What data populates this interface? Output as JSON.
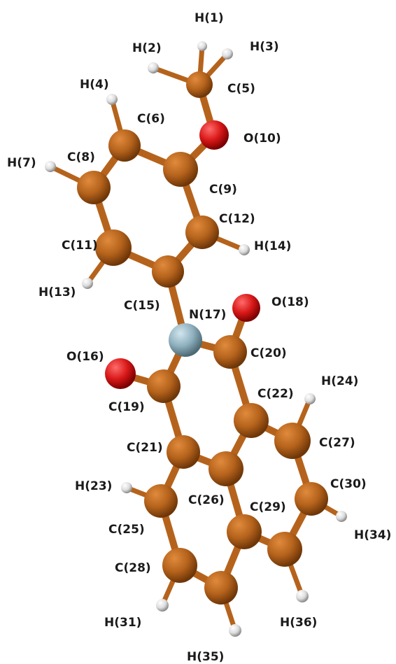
{
  "molecule": {
    "element_colors": {
      "C": "#b5631c",
      "H": "#e0e0e0",
      "O": "#d81818",
      "N": "#8fb0be"
    },
    "bond_color": "#b5631c",
    "atoms": [
      {
        "label": "H(1)",
        "element": "H"
      },
      {
        "label": "H(2)",
        "element": "H"
      },
      {
        "label": "H(3)",
        "element": "H"
      },
      {
        "label": "H(4)",
        "element": "H"
      },
      {
        "label": "C(5)",
        "element": "C"
      },
      {
        "label": "C(6)",
        "element": "C"
      },
      {
        "label": "H(7)",
        "element": "H"
      },
      {
        "label": "C(8)",
        "element": "C"
      },
      {
        "label": "C(9)",
        "element": "C"
      },
      {
        "label": "O(10)",
        "element": "O"
      },
      {
        "label": "C(11)",
        "element": "C"
      },
      {
        "label": "C(12)",
        "element": "C"
      },
      {
        "label": "H(13)",
        "element": "H"
      },
      {
        "label": "H(14)",
        "element": "H"
      },
      {
        "label": "C(15)",
        "element": "C"
      },
      {
        "label": "O(16)",
        "element": "O"
      },
      {
        "label": "N(17)",
        "element": "N"
      },
      {
        "label": "O(18)",
        "element": "O"
      },
      {
        "label": "C(19)",
        "element": "C"
      },
      {
        "label": "C(20)",
        "element": "C"
      },
      {
        "label": "C(21)",
        "element": "C"
      },
      {
        "label": "C(22)",
        "element": "C"
      },
      {
        "label": "H(23)",
        "element": "H"
      },
      {
        "label": "H(24)",
        "element": "H"
      },
      {
        "label": "C(25)",
        "element": "C"
      },
      {
        "label": "C(26)",
        "element": "C"
      },
      {
        "label": "C(27)",
        "element": "C"
      },
      {
        "label": "C(28)",
        "element": "C"
      },
      {
        "label": "C(29)",
        "element": "C"
      },
      {
        "label": "C(30)",
        "element": "C"
      },
      {
        "label": "H(31)",
        "element": "H"
      },
      {
        "label": "H(34)",
        "element": "H"
      },
      {
        "label": "H(35)",
        "element": "H"
      },
      {
        "label": "H(36)",
        "element": "H"
      }
    ],
    "bonds": [
      [
        "C(5)",
        "H(1)"
      ],
      [
        "C(5)",
        "H(2)"
      ],
      [
        "C(5)",
        "H(3)"
      ],
      [
        "C(5)",
        "O(10)"
      ],
      [
        "O(10)",
        "C(9)"
      ],
      [
        "C(9)",
        "C(6)"
      ],
      [
        "C(6)",
        "H(4)"
      ],
      [
        "C(6)",
        "C(8)"
      ],
      [
        "C(8)",
        "H(7)"
      ],
      [
        "C(8)",
        "C(11)"
      ],
      [
        "C(11)",
        "H(13)"
      ],
      [
        "C(11)",
        "C(15)"
      ],
      [
        "C(15)",
        "C(12)"
      ],
      [
        "C(12)",
        "C(9)"
      ],
      [
        "C(12)",
        "H(14)"
      ],
      [
        "C(15)",
        "N(17)"
      ],
      [
        "N(17)",
        "C(19)"
      ],
      [
        "N(17)",
        "C(20)"
      ],
      [
        "C(19)",
        "O(16)"
      ],
      [
        "C(20)",
        "O(18)"
      ],
      [
        "C(19)",
        "C(21)"
      ],
      [
        "C(20)",
        "C(22)"
      ],
      [
        "C(21)",
        "C(26)"
      ],
      [
        "C(22)",
        "C(26)"
      ],
      [
        "C(21)",
        "C(25)"
      ],
      [
        "C(25)",
        "H(23)"
      ],
      [
        "C(25)",
        "C(28)"
      ],
      [
        "C(28)",
        "H(31)"
      ],
      [
        "C(28)",
        "C(35x)"
      ],
      [
        "C(35x)",
        "H(35)"
      ],
      [
        "C(35x)",
        "C(29)"
      ],
      [
        "C(29)",
        "C(26)"
      ],
      [
        "C(29)",
        "C(36x)"
      ],
      [
        "C(36x)",
        "H(36)"
      ],
      [
        "C(36x)",
        "C(30)"
      ],
      [
        "C(30)",
        "H(34)"
      ],
      [
        "C(30)",
        "C(27)"
      ],
      [
        "C(27)",
        "C(22)"
      ],
      [
        "C(27)",
        "H(24)"
      ]
    ]
  }
}
